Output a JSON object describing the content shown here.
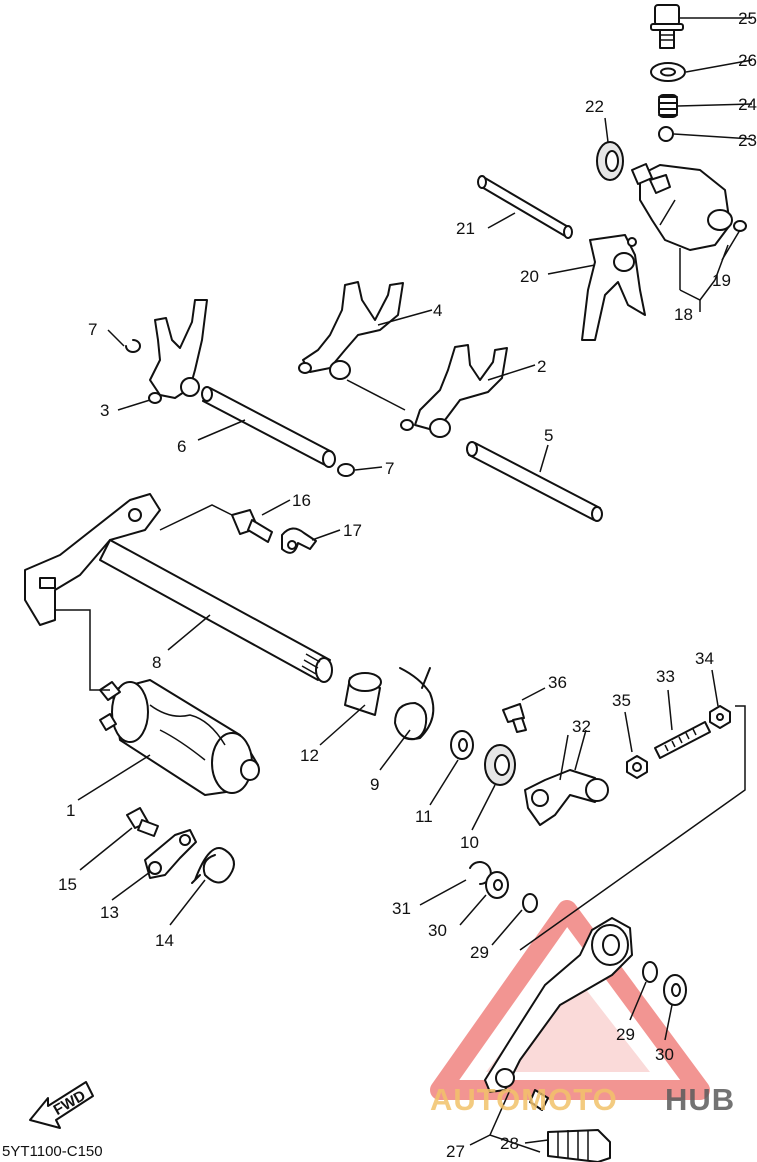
{
  "diagram_code": "5YT1100-C150",
  "fwd_label": "FWD",
  "watermark": {
    "part1": "AUTOMOTO",
    "part2": "HUB",
    "accent_color": "#e8403a",
    "orange": "#f2c26b",
    "gray": "#5b5b5b"
  },
  "callouts": {
    "c1": "1",
    "c2": "2",
    "c3": "3",
    "c4": "4",
    "c5": "5",
    "c6": "6",
    "c7a": "7",
    "c7b": "7",
    "c8": "8",
    "c9": "9",
    "c10": "10",
    "c11": "11",
    "c12": "12",
    "c13": "13",
    "c14": "14",
    "c15": "15",
    "c16": "16",
    "c17": "17",
    "c18": "18",
    "c19": "19",
    "c20": "20",
    "c21": "21",
    "c22": "22",
    "c23": "23",
    "c24": "24",
    "c25": "25",
    "c26": "26",
    "c27": "27",
    "c28": "28",
    "c29a": "29",
    "c29b": "29",
    "c30a": "30",
    "c30b": "30",
    "c31": "31",
    "c32": "32",
    "c33": "33",
    "c34": "34",
    "c35": "35",
    "c36": "36"
  }
}
